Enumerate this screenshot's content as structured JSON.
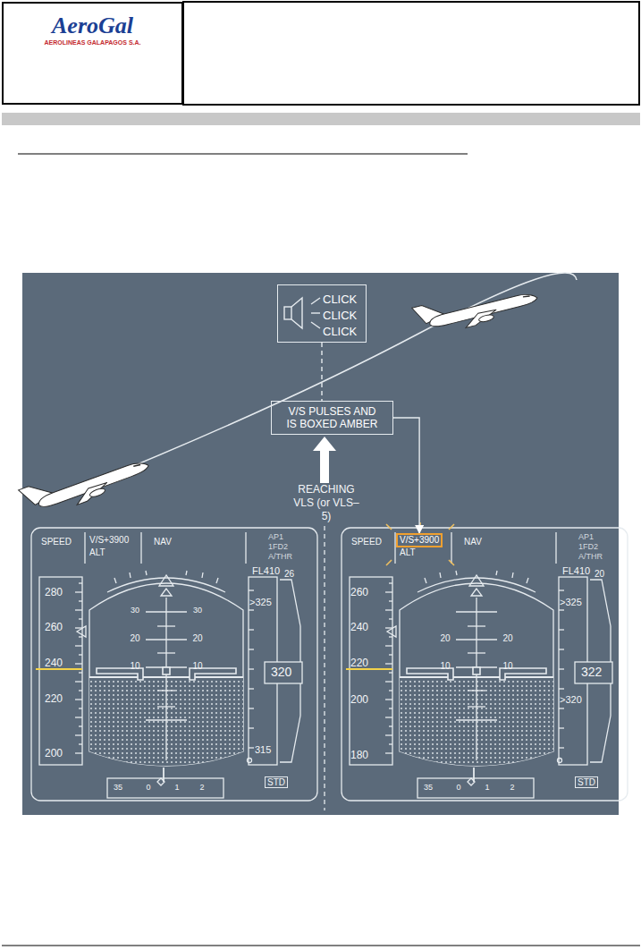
{
  "diagram": {
    "nodes": [
      {
        "text": [
          "AeroGal",
          "AEROLINEAS GALAPAGOS S.A."
        ]
      },
      {
        "text": [
          "CLICK",
          "CLICK",
          "CLICK"
        ]
      },
      {
        "text": [
          "V/S PULSES AND IS BOXED AMBER"
        ]
      },
      {
        "text": [
          "V/S+3900"
        ]
      }
    ],
    "edges": [
      {
        "from": 1,
        "to": 2,
        "arrow": "none"
      },
      {
        "from": 2,
        "to": 3,
        "arrow": "to"
      }
    ],
    "labels": [
      "REACHING VLS (or VLS–5)",
      "SPEED",
      "V/S+3900",
      "ALT",
      "NAV",
      "AP1",
      "1FD2",
      "A/THR",
      "280",
      "260",
      "240",
      "220",
      "200",
      "30",
      "30",
      "20",
      "20",
      "10",
      "10",
      "FL410",
      "26",
      ">325",
      "320",
      "315",
      "STD",
      "35",
      "0",
      "1",
      "2",
      "SPEED",
      "ALT",
      "NAV",
      "AP1",
      "1FD2",
      "A/THR",
      "260",
      "240",
      "220",
      "200",
      "180",
      "20",
      "20",
      "10",
      "10",
      "FL410",
      "20",
      ">325",
      "322",
      ">320",
      "STD",
      "35",
      "0",
      "1",
      "2"
    ]
  }
}
